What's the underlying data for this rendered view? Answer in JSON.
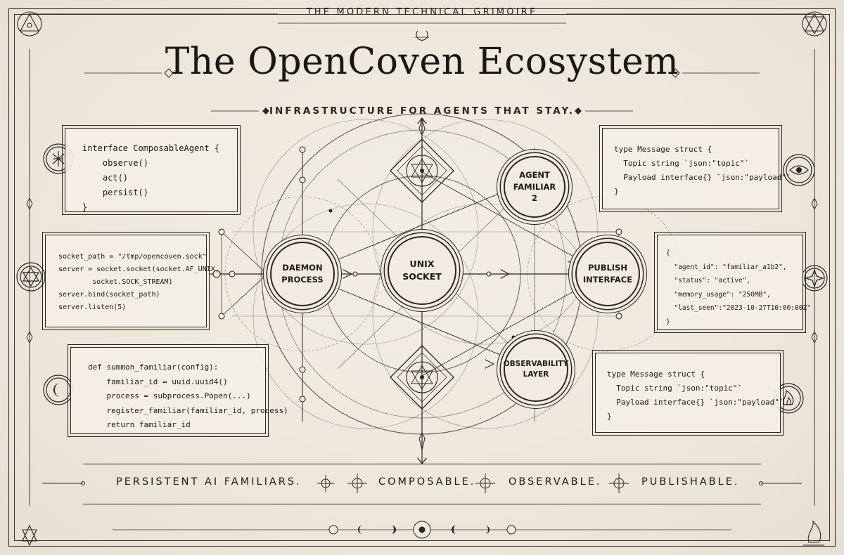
{
  "header": {
    "grimoire_label": "THE MODERN TECHNICAL GRIMOIRE",
    "title": "The OpenCoven Ecosystem",
    "subtitle": "INFRASTRUCTURE FOR AGENTS THAT STAY."
  },
  "nodes": {
    "daemon": "DAEMON\nPROCESS",
    "socket": "UNIX\nSOCKET",
    "familiar": "AGENT\nFAMILIAR\n2",
    "publish": "PUBLISH\nINTERFACE",
    "observability": "OBSERVABILITY\nLAYER"
  },
  "code": {
    "interface_block": "interface ComposableAgent {\n    observe()\n    act()\n    persist()\n}",
    "socket_block": "socket_path = \"/tmp/opencoven.sock\"\nserver = socket.socket(socket.AF_UNIX,\n        socket.SOCK_STREAM)\nserver.bind(socket_path)\nserver.listen(5)",
    "summon_block": "def summon_familiar(config):\n    familiar_id = uuid.uuid4()\n    process = subprocess.Popen(...)\n    register_familiar(familiar_id, process)\n    return familiar_id",
    "message_block_top": "type Message struct {\n  Topic string `json:\"topic\"`\n  Payload interface{} `json:\"payload\"`\n}",
    "status_json": "{\n  \"agent_id\": \"familiar_a1b2\",\n  \"status\": \"active\",\n  \"memory_usage\": \"250MB\",\n  \"last_seen\":\"2023-10-27T10:00:00Z\"\n}",
    "message_block_bottom": "type Message struct {\n  Topic string `json:\"topic\"`\n  Payload interface{} `json:\"payload\"`\n}"
  },
  "banner": {
    "persistent": "PERSISTENT AI FAMILIARS.",
    "composable": "COMPOSABLE.",
    "observable": "OBSERVABLE.",
    "publishable": "PUBLISHABLE."
  },
  "icons": {
    "left_1": "rune-icon",
    "left_2": "hexagram-icon",
    "left_3": "crescent-moon-icon",
    "right_1": "eye-icon",
    "right_2": "compass-star-icon",
    "right_3": "flame-icon"
  },
  "colors": {
    "ink": "#1e1b18",
    "parchment": "#efe9df"
  }
}
